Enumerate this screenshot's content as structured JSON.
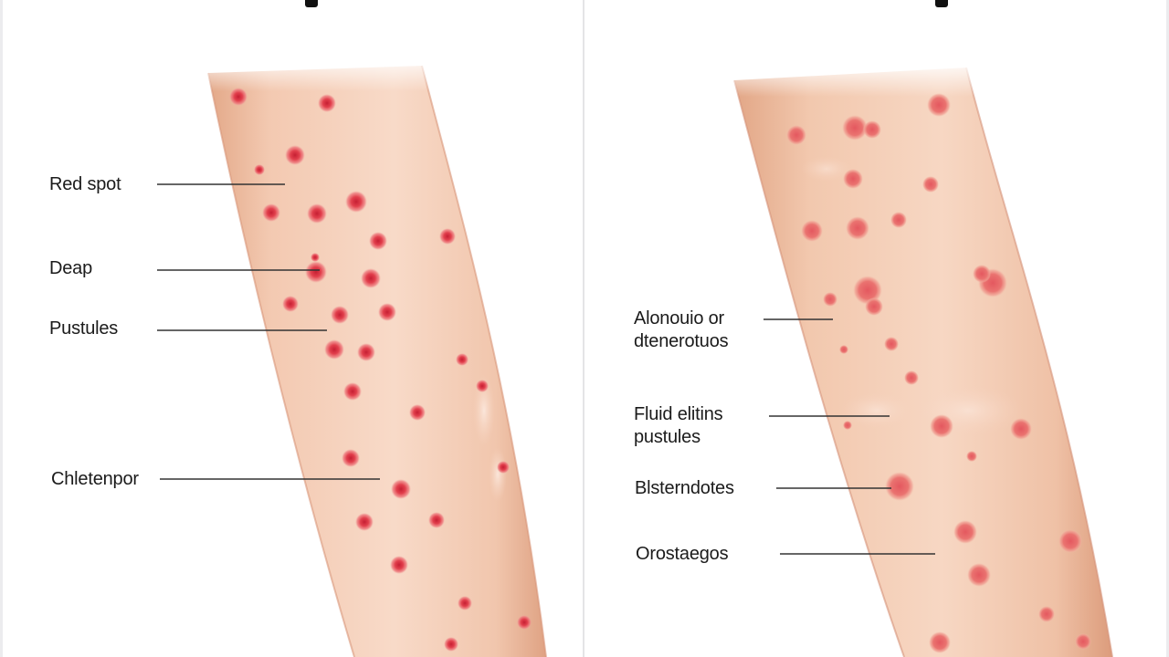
{
  "panels": {
    "left": {
      "labels": [
        {
          "id": "red-spot",
          "text": "Red spot"
        },
        {
          "id": "deap",
          "text": "Deap"
        },
        {
          "id": "pustules",
          "text": "Pustules"
        },
        {
          "id": "chickenpox",
          "text": "Chletenpor"
        }
      ]
    },
    "right": {
      "labels": [
        {
          "id": "alonouio",
          "line1": "Alonouio or",
          "line2": "dtenerotuos"
        },
        {
          "id": "fluid",
          "line1": "Fluid elitins",
          "line2": "pustules"
        },
        {
          "id": "blisters",
          "text": "Blsterndotes"
        },
        {
          "id": "crusts",
          "text": "Orostaegos"
        }
      ]
    }
  },
  "colors": {
    "skin_light": "#f7d6c2",
    "skin_mid": "#efbfa4",
    "skin_edge": "#d9987a",
    "spot_red": "#e0434f",
    "spot_dark": "#c8283a",
    "patch_red": "#e8636a",
    "leader_line": "#333333"
  }
}
